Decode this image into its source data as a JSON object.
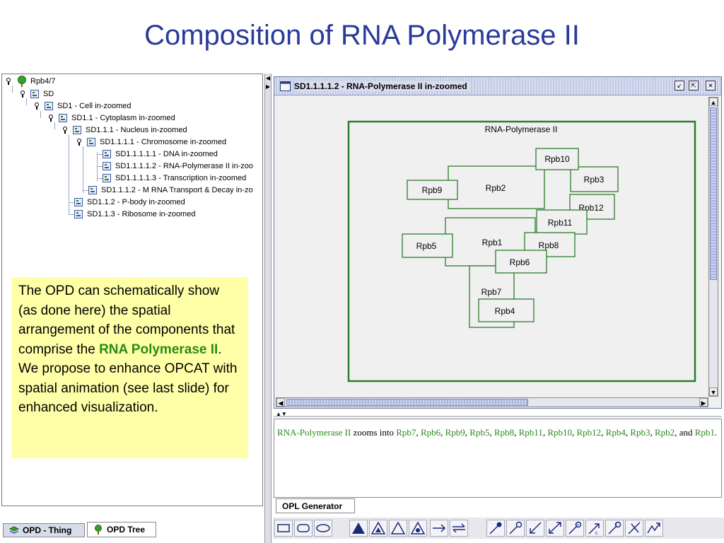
{
  "slide": {
    "title": "Composition of RNA Polymerase II"
  },
  "tree": {
    "items": [
      {
        "label": "Rpb4/7",
        "level": 0
      },
      {
        "label": "SD",
        "level": 1
      },
      {
        "label": "SD1 - Cell in-zoomed",
        "level": 2
      },
      {
        "label": "SD1.1 - Cytoplasm in-zoomed",
        "level": 3
      },
      {
        "label": "SD1.1.1 - Nucleus in-zoomed",
        "level": 4
      },
      {
        "label": "SD1.1.1.1 - Chromosome in-zoomed",
        "level": 5
      },
      {
        "label": "SD1.1.1.1.1 - DNA in-zoomed",
        "level": 6
      },
      {
        "label": "SD1.1.1.1.2 - RNA-Polymerase II in-zoo",
        "level": 6
      },
      {
        "label": "SD1.1.1.1.3 - Transcription in-zoomed",
        "level": 6
      },
      {
        "label": "SD1.1.1.2 - M RNA Transport & Decay in-zo",
        "level": 5
      },
      {
        "label": "SD1.1.2 - P-body in-zoomed",
        "level": 4
      },
      {
        "label": "SD1.1.3 - Ribosome in-zoomed",
        "level": 4
      }
    ]
  },
  "callout": {
    "line1": "The OPD can schematically show (as done here)  the spatial arrangement of the components that comprise the",
    "highlight": "RNA Polymerase II",
    "after_highlight": ".",
    "line2": "We propose to enhance OPCAT with spatial animation (see last slide) for enhanced visualization."
  },
  "left_tabs": [
    {
      "label": "OPD - Thing",
      "icon": "layers-icon"
    },
    {
      "label": "OPD Tree",
      "icon": "tree-icon"
    }
  ],
  "opd_window": {
    "title": "SD1.1.1.1.2 - RNA-Polymerase II in-zoomed",
    "container_label": "RNA-Polymerase II",
    "boxes": [
      {
        "id": "rpb10",
        "label": "Rpb10"
      },
      {
        "id": "rpb3",
        "label": "Rpb3"
      },
      {
        "id": "rpb9",
        "label": "Rpb9"
      },
      {
        "id": "rpb2",
        "label": "Rpb2"
      },
      {
        "id": "rpb12",
        "label": "Rpb12"
      },
      {
        "id": "rpb11",
        "label": "Rpb11"
      },
      {
        "id": "rpb5",
        "label": "Rpb5"
      },
      {
        "id": "rpb1",
        "label": "Rpb1"
      },
      {
        "id": "rpb8",
        "label": "Rpb8"
      },
      {
        "id": "rpb6",
        "label": "Rpb6"
      },
      {
        "id": "rpb7",
        "label": "Rpb7"
      },
      {
        "id": "rpb4",
        "label": "Rpb4"
      }
    ]
  },
  "opl": {
    "subject": "RNA-Polymerase II",
    "verb": " zooms into ",
    "parts": [
      "Rpb7",
      "Rpb6",
      "Rpb9",
      "Rpb5",
      "Rpb8",
      "Rpb11",
      "Rpb10",
      "Rpb12",
      "Rpb4",
      "Rpb3",
      "Rpb2"
    ],
    "and_word": ", and ",
    "last_part": "Rpb1",
    "period": ".",
    "tab_label": "OPL Generator"
  },
  "toolbar": {
    "tools": [
      "rectangle-tool-icon",
      "rounded-rect-tool-icon",
      "ellipse-tool-icon",
      "filled-triangle-icon",
      "triangle-in-triangle-icon",
      "outline-triangle-icon",
      "dot-triangle-icon",
      "arrow-right-icon",
      "arrow-bidirectional-icon",
      "agent-link-icon",
      "instrument-link-icon",
      "consumption-link-icon",
      "bidirectional-link-icon",
      "event-link-icon",
      "condition-link-icon",
      "invocation-icon",
      "exception-link-icon",
      "structural-link-icon",
      "effect-link-icon"
    ]
  },
  "colors": {
    "title": "#2a3a9a",
    "green": "#2a8a1a",
    "box_border": "#2d7d2d",
    "callout_bg": "#ffffa8"
  }
}
